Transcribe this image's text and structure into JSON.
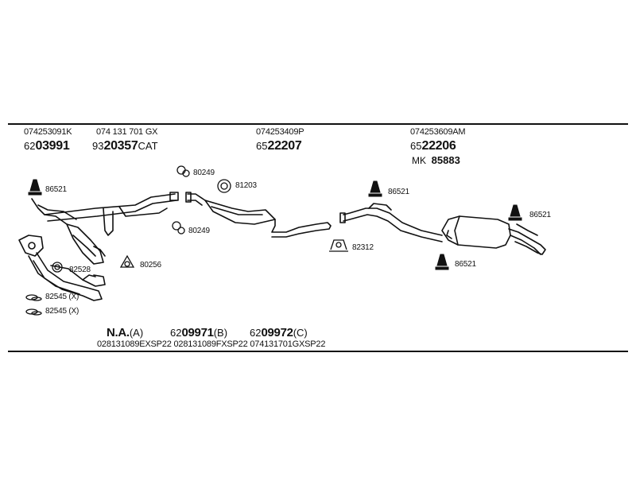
{
  "top_row": {
    "g1": {
      "code": "074253091K",
      "prefix": "62",
      "num": "03991",
      "suffix": ""
    },
    "g2": {
      "code": "074 131 701 GX",
      "prefix": "93",
      "num": "20357",
      "suffix": "CAT"
    },
    "g3": {
      "code": "074253409P",
      "prefix": "65",
      "num": "22207",
      "suffix": ""
    },
    "g4": {
      "code": "074253609AM",
      "prefix": "65",
      "num": "22206",
      "suffix": "",
      "mk_prefix": "MK",
      "mk_num": "85883"
    }
  },
  "labels": {
    "l86521a": "86521",
    "l80249a": "80249",
    "l80249b": "80249",
    "l81203": "81203",
    "l82528": "82528",
    "l80256": "80256",
    "l82545a": "82545 (X)",
    "l82545b": "82545 (X)",
    "l86521b": "86521",
    "l82312": "82312",
    "l86521c": "86521",
    "l86521d": "86521"
  },
  "bottom_row": {
    "b1": {
      "main": "N.A.",
      "variant": "(A)"
    },
    "b2": {
      "prefix": "62",
      "num": "09971",
      "variant": "(B)"
    },
    "b3": {
      "prefix": "62",
      "num": "09972",
      "variant": "(C)"
    },
    "codes": "028131089EXSP22 028131089FXSP22 074131701GXSP22"
  },
  "colors": {
    "line": "#111111",
    "background": "#ffffff"
  }
}
